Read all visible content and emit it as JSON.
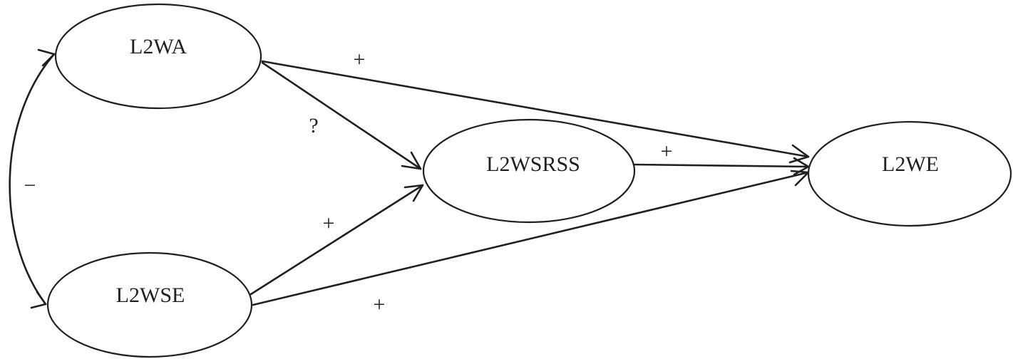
{
  "nodes": {
    "l2wa": "L2WA",
    "l2wse": "L2WSE",
    "l2wsrss": "L2WSRSS",
    "l2we": "L2WE"
  },
  "edges": {
    "l2wa_l2we": "+",
    "l2wa_l2wsrss": "?",
    "l2wse_l2wsrss": "+",
    "l2wsrss_l2we": "+",
    "l2wse_l2we": "+",
    "l2wa_l2wse": "−"
  }
}
